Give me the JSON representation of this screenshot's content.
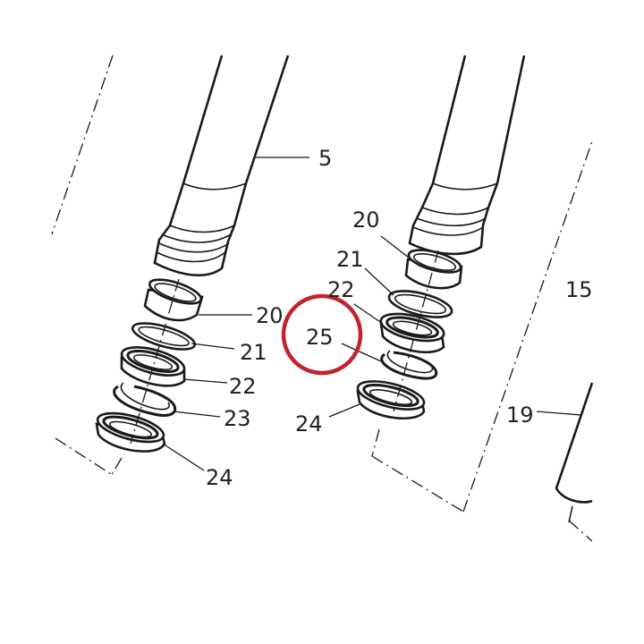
{
  "labels": {
    "fork_tube": "5",
    "left_20": "20",
    "left_21": "21",
    "left_22": "22",
    "left_23": "23",
    "left_24": "24",
    "right_20": "20",
    "right_21": "21",
    "right_22": "22",
    "right_25": "25",
    "right_24": "24",
    "ref_15": "15",
    "ref_19": "19"
  },
  "colors": {
    "line": "#1a1a1a",
    "highlight": "#c0232e",
    "background": "#ffffff"
  }
}
